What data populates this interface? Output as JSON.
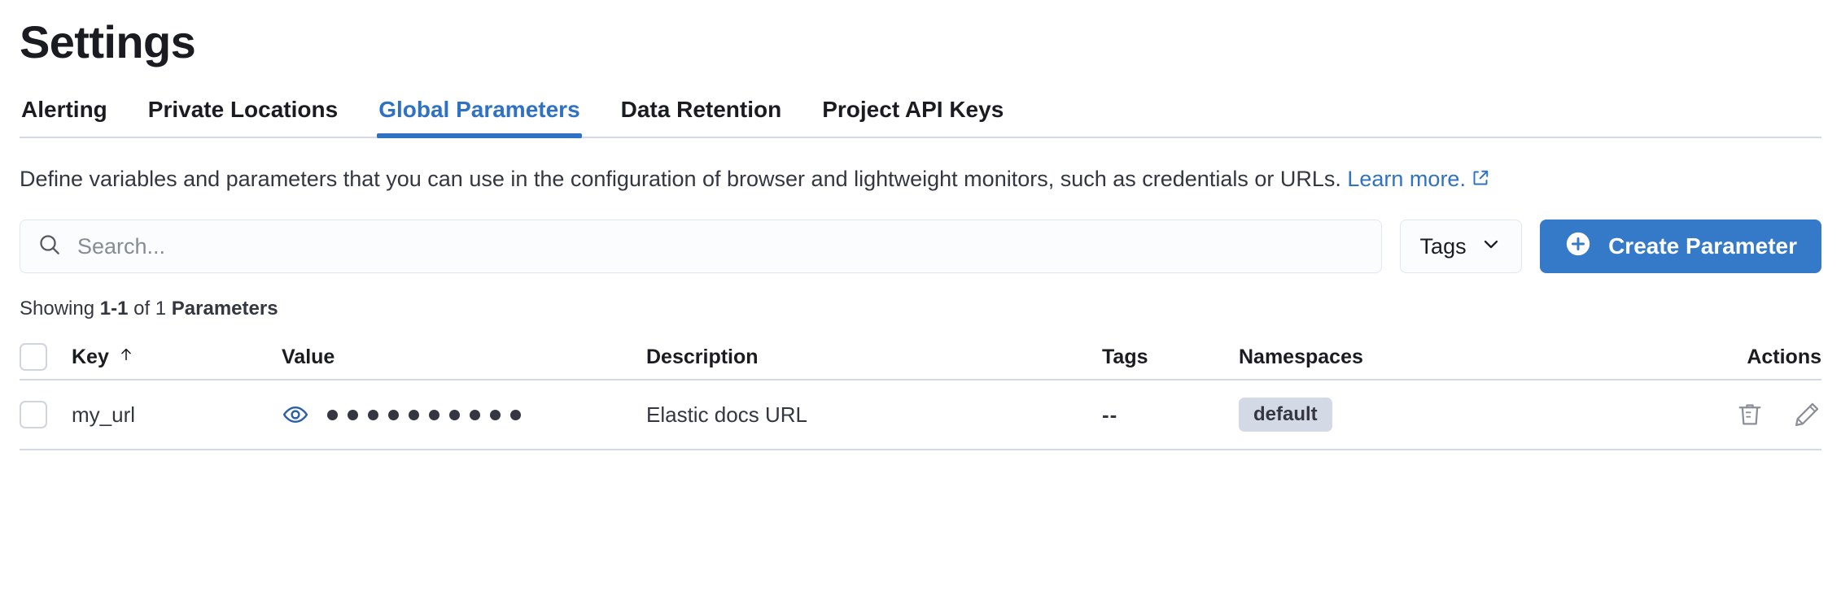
{
  "page": {
    "title": "Settings"
  },
  "tabs": [
    {
      "label": "Alerting",
      "active": false
    },
    {
      "label": "Private Locations",
      "active": false
    },
    {
      "label": "Global Parameters",
      "active": true
    },
    {
      "label": "Data Retention",
      "active": false
    },
    {
      "label": "Project API Keys",
      "active": false
    }
  ],
  "description": {
    "text": "Define variables and parameters that you can use in the configuration of browser and lightweight monitors, such as credentials or URLs. ",
    "link_text": "Learn more.",
    "link_icon": "external-link-icon"
  },
  "controls": {
    "search": {
      "icon": "search-icon",
      "placeholder": "Search...",
      "value": ""
    },
    "tags_filter": {
      "label": "Tags",
      "icon": "chevron-down-icon"
    },
    "create_button": {
      "label": "Create Parameter",
      "icon": "plus-circle-icon",
      "color": "#3579c9"
    }
  },
  "results": {
    "prefix": "Showing ",
    "range": "1-1",
    "middle": " of 1 ",
    "entity": "Parameters"
  },
  "table": {
    "columns": [
      {
        "key": "key",
        "label": "Key",
        "sorted": true,
        "sort_icon": "arrow-up-icon"
      },
      {
        "key": "value",
        "label": "Value"
      },
      {
        "key": "description",
        "label": "Description"
      },
      {
        "key": "tags",
        "label": "Tags"
      },
      {
        "key": "namespaces",
        "label": "Namespaces"
      },
      {
        "key": "actions",
        "label": "Actions"
      }
    ],
    "rows": [
      {
        "key": "my_url",
        "value_masked": "••••••••••",
        "value_dot_count": 10,
        "value_toggle_icon": "eye-icon",
        "description": "Elastic docs URL",
        "tags": "--",
        "namespaces": "default",
        "actions": [
          {
            "icon": "trash-icon",
            "name": "delete-parameter-button"
          },
          {
            "icon": "pencil-icon",
            "name": "edit-parameter-button"
          }
        ]
      }
    ]
  },
  "colors": {
    "accent": "#2f72c4",
    "button": "#3579c9",
    "border": "#d3dae6",
    "text": "#1a1c21",
    "muted_text": "#878c94",
    "badge_bg": "#d3dae6"
  }
}
